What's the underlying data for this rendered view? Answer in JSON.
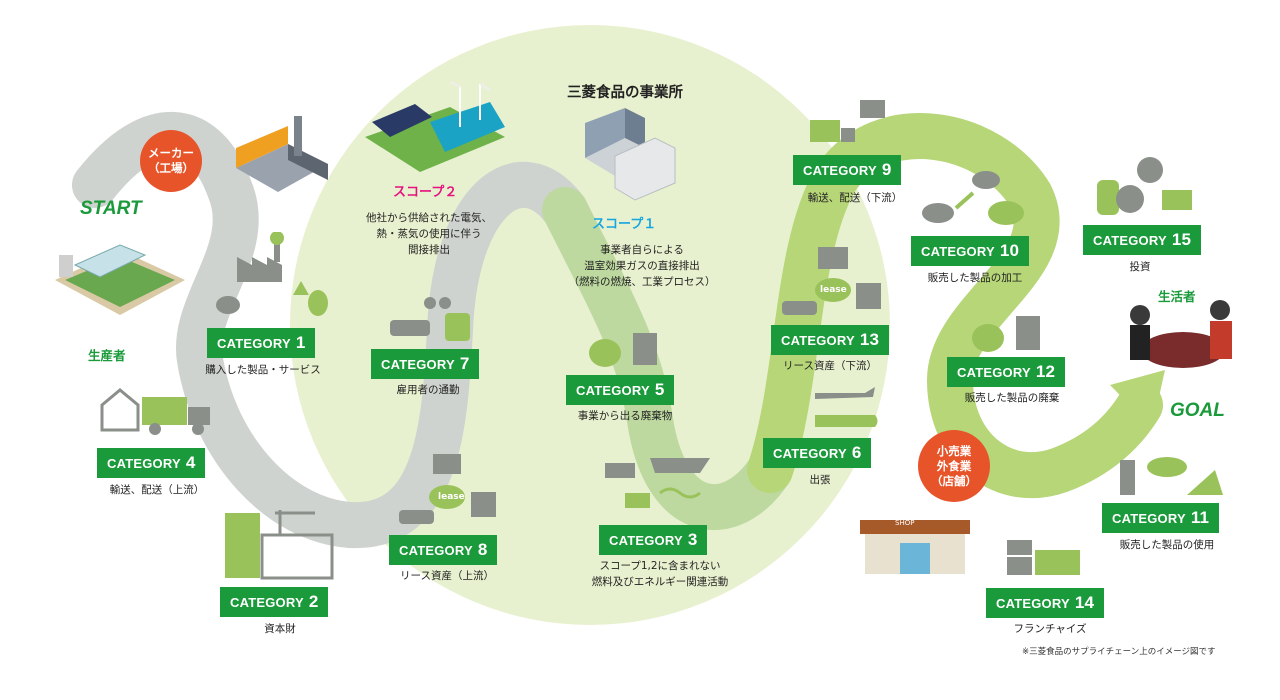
{
  "labels": {
    "start": "START",
    "goal": "GOAL",
    "producer": "生産者",
    "consumer": "生活者",
    "maker_circle": [
      "メーカー",
      "（工場）"
    ],
    "retail_circle": [
      "小売業",
      "外食業",
      "（店舗）"
    ],
    "office_title": "三菱食品の事業所",
    "footnote": "※三菱食品のサプライチェーン上のイメージ図です"
  },
  "scopes": {
    "scope2": {
      "title": "スコープ２",
      "lines": [
        "他社から供給された電気、",
        "熱・蒸気の使用に伴う",
        "間接排出"
      ],
      "color": "#e5117f"
    },
    "scope1": {
      "title": "スコープ１",
      "lines": [
        "事業者自らによる",
        "温室効果ガスの直接排出",
        "（燃料の燃焼、工業プロセス）"
      ],
      "color": "#16a6e0"
    }
  },
  "categories": [
    {
      "word": "CATEGORY",
      "num": "1",
      "lines": [
        "購入した製品・サービス"
      ]
    },
    {
      "word": "CATEGORY",
      "num": "2",
      "lines": [
        "資本財"
      ]
    },
    {
      "word": "CATEGORY",
      "num": "3",
      "lines": [
        "スコープ1,2に含まれない",
        "燃料及びエネルギー関連活動"
      ]
    },
    {
      "word": "CATEGORY",
      "num": "4",
      "lines": [
        "輸送、配送（上流）"
      ]
    },
    {
      "word": "CATEGORY",
      "num": "5",
      "lines": [
        "事業から出る廃棄物"
      ]
    },
    {
      "word": "CATEGORY",
      "num": "6",
      "lines": [
        "出張"
      ]
    },
    {
      "word": "CATEGORY",
      "num": "7",
      "lines": [
        "雇用者の通勤"
      ]
    },
    {
      "word": "CATEGORY",
      "num": "8",
      "lines": [
        "リース資産（上流）"
      ]
    },
    {
      "word": "CATEGORY",
      "num": "9",
      "lines": [
        "輸送、配送（下流）"
      ]
    },
    {
      "word": "CATEGORY",
      "num": "10",
      "lines": [
        "販売した製品の加工"
      ]
    },
    {
      "word": "CATEGORY",
      "num": "11",
      "lines": [
        "販売した製品の使用"
      ]
    },
    {
      "word": "CATEGORY",
      "num": "12",
      "lines": [
        "販売した製品の廃棄"
      ]
    },
    {
      "word": "CATEGORY",
      "num": "13",
      "lines": [
        "リース資産（下流）"
      ]
    },
    {
      "word": "CATEGORY",
      "num": "14",
      "lines": [
        "フランチャイズ"
      ]
    },
    {
      "word": "CATEGORY",
      "num": "15",
      "lines": [
        "投資"
      ]
    }
  ],
  "icon_text": {
    "lease": "lease",
    "shop": "SHOP"
  },
  "colors": {
    "accent_green": "#1a9a3a",
    "path_upstream": "#cfd3cf",
    "path_downstream": "#b6d678",
    "office_circle": "#e8f1cf",
    "circle_orange": "#e8542a",
    "icon_gray": "#8a8f8a",
    "icon_green": "#9ac25a"
  }
}
